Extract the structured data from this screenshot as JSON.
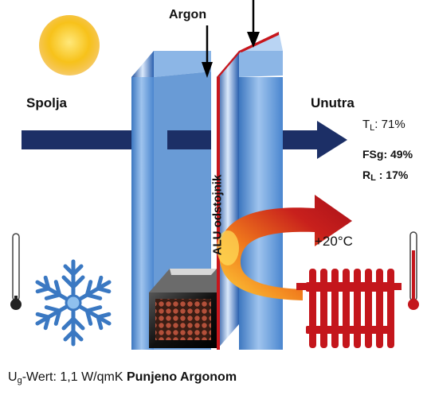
{
  "labels": {
    "argon": "Argon",
    "outside": "Spolja",
    "inside": "Unutra",
    "spacer": "ALU odstojnik",
    "temp_inside": "+20°C"
  },
  "values": {
    "tl_main": "T",
    "tl_sub": "L",
    "tl_value": ": 71%",
    "fsg": "FSg: 49%",
    "rl_main": "R",
    "rl_sub": "L",
    "rl_value": " : 17%"
  },
  "footer": {
    "u_main": "U",
    "u_sub": "g",
    "wert": "-Wert: 1,1 W/qmK",
    "fill": "Punjeno Argonom"
  },
  "colors": {
    "arrow_navy": "#1c2f66",
    "glass_blue": "#5a93d4",
    "heat_red": "#b5121b",
    "radiator_red": "#c4161c",
    "sun_yellow": "#f5b800",
    "snow_blue": "#3a78c2"
  },
  "icons": [
    "sun-icon",
    "snowflake-icon",
    "cold-thermometer-icon",
    "warm-thermometer-icon",
    "radiator-icon",
    "heat-arrow-icon"
  ]
}
